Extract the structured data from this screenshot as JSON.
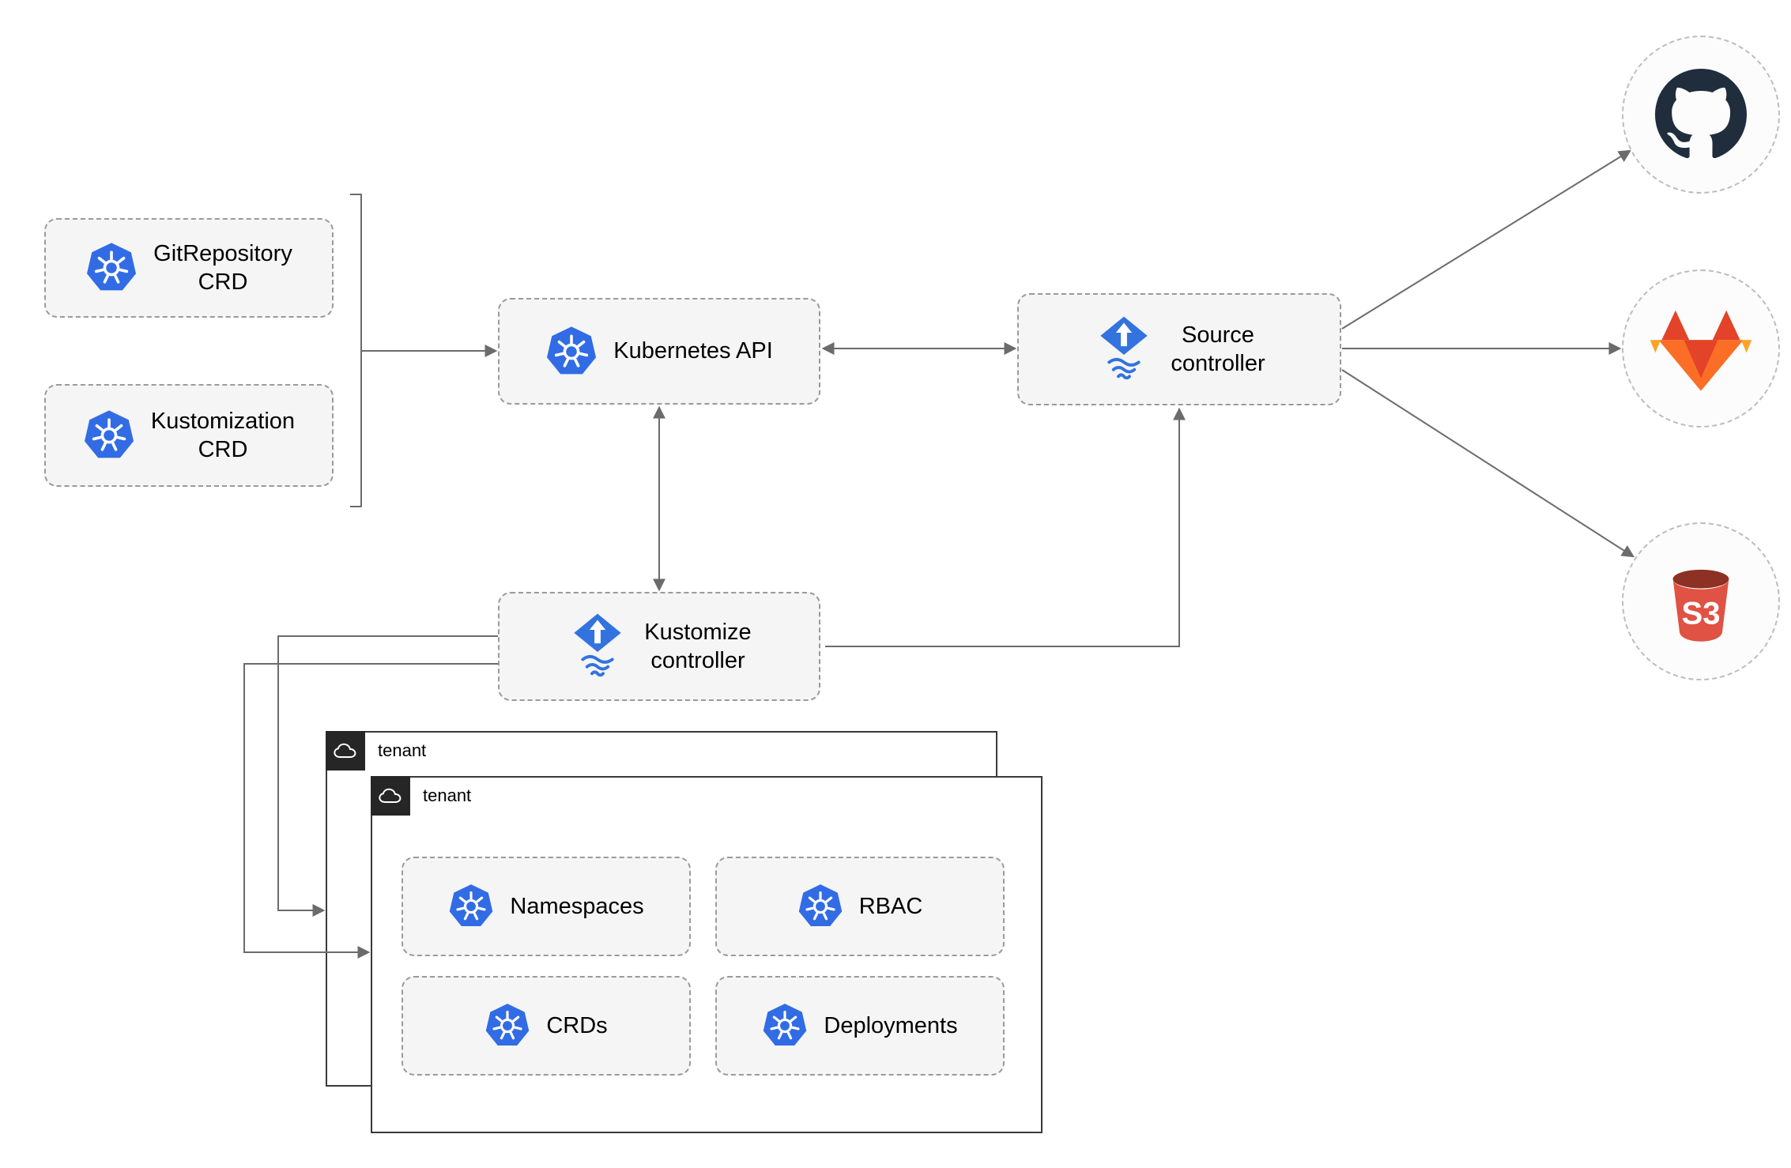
{
  "nodes": {
    "gitrepository_crd": {
      "label": "GitRepository\nCRD",
      "icon": "kubernetes-icon"
    },
    "kustomization_crd": {
      "label": "Kustomization\nCRD",
      "icon": "kubernetes-icon"
    },
    "kubernetes_api": {
      "label": "Kubernetes API",
      "icon": "kubernetes-icon"
    },
    "source_controller": {
      "label": "Source\ncontroller",
      "icon": "flux-icon"
    },
    "kustomize_controller": {
      "label": "Kustomize\ncontroller",
      "icon": "flux-icon"
    },
    "namespaces": {
      "label": "Namespaces",
      "icon": "kubernetes-icon"
    },
    "rbac": {
      "label": "RBAC",
      "icon": "kubernetes-icon"
    },
    "crds": {
      "label": "CRDs",
      "icon": "kubernetes-icon"
    },
    "deployments": {
      "label": "Deployments",
      "icon": "kubernetes-icon"
    }
  },
  "tenants": {
    "back": {
      "label": "tenant",
      "icon": "cloud-icon"
    },
    "front": {
      "label": "tenant",
      "icon": "cloud-icon"
    }
  },
  "external": {
    "github": {
      "icon": "github-octocat-icon"
    },
    "gitlab": {
      "icon": "gitlab-tanuki-icon"
    },
    "s3": {
      "icon": "s3-bucket-icon",
      "label": "S3"
    }
  },
  "colors": {
    "kubernetes_blue": "#326CE5",
    "flux_blue": "#3273E0",
    "github_dark": "#1F2D3D",
    "gitlab_red": "#E24329",
    "gitlab_orange": "#FC6D26",
    "gitlab_yellow": "#FCA326",
    "s3_rim": "#8C3123",
    "s3_body": "#E05243",
    "connector_gray": "#6B6B6B",
    "box_fill": "#F5F5F5",
    "box_border": "#9A9A9A"
  }
}
